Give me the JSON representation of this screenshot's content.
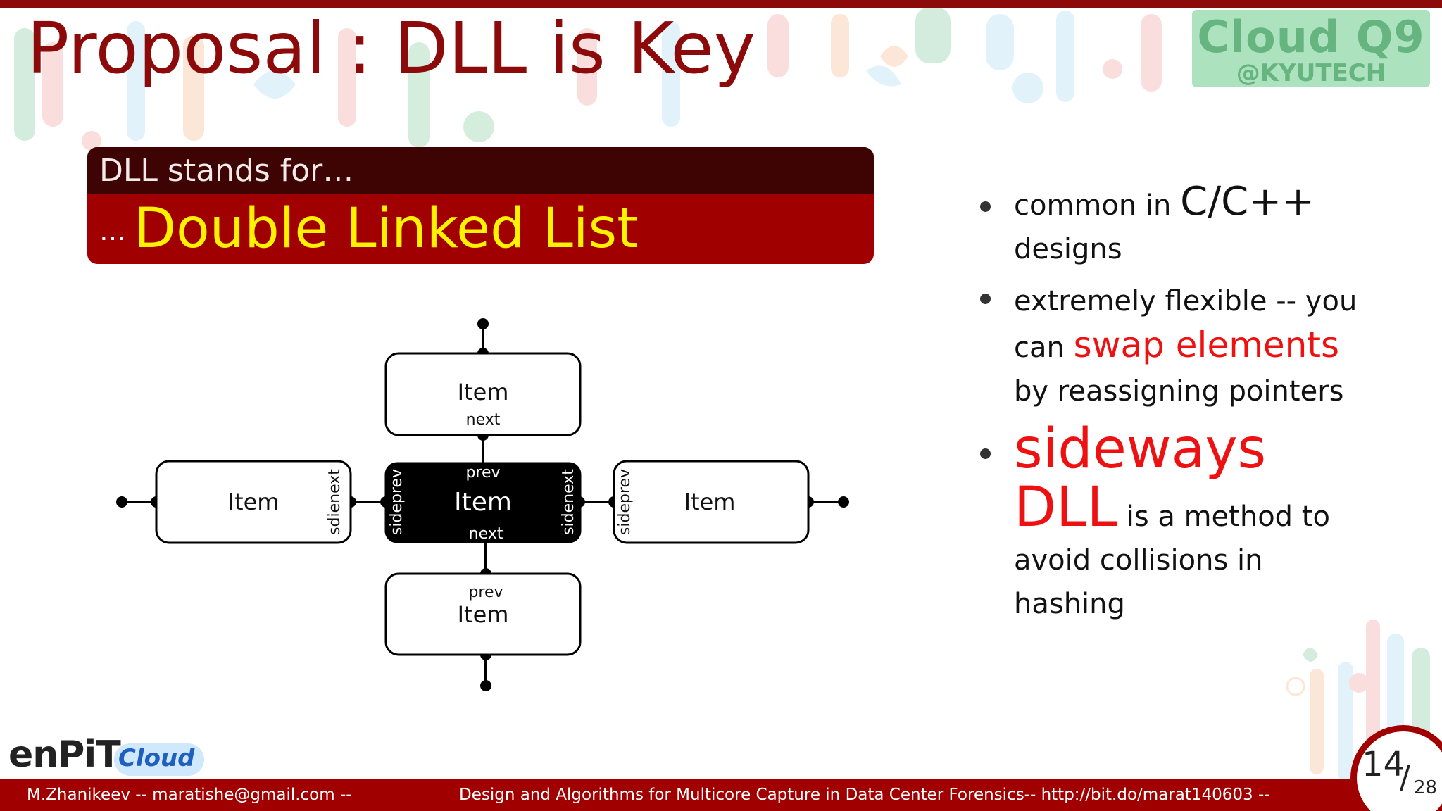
{
  "slide": {
    "title": "Proposal : DLL is Key",
    "logo": {
      "main": "Cloud Q9",
      "sub": "@KYUTECH"
    },
    "definition": {
      "header": "DLL stands for…",
      "ellipsis": "…",
      "term": "Double Linked List"
    },
    "diagram": {
      "item_label": "Item",
      "labels": {
        "next": "next",
        "prev": "prev",
        "sideprev": "sideprev",
        "sidenext": "sidenext",
        "sdienext": "sdienext"
      }
    },
    "bullets": [
      {
        "a": "common in ",
        "b": "C/C++",
        "c": " designs"
      },
      {
        "a": "extremely flexible -- you can ",
        "highlight": "swap elements",
        "c": " by reassigning pointers"
      },
      {
        "highlight": "sideways DLL",
        "c": " is a method to avoid collisions in hashing"
      }
    ],
    "colors": {
      "title": "#8c0a0a",
      "highlight": "#ee1111",
      "term": "#fff200",
      "box": "#a00000"
    }
  },
  "branding": {
    "enpit_text": "enPiT",
    "enpit_cloud": "Cloud"
  },
  "footer": {
    "left": "M.Zhanikeev -- maratishe@gmail.com --",
    "center": "Design and Algorithms for Multicore Capture in Data Center Forensics-- http://bit.do/marat140603 --"
  },
  "page": {
    "current": "14",
    "separator": "/",
    "total": "28"
  }
}
